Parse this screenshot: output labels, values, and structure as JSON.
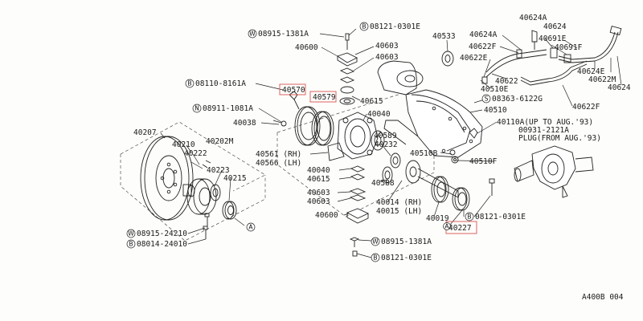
{
  "diagram": {
    "code": "A400B 004",
    "callouts": {
      "w1": "08915-1381A",
      "b1": "08121-0301E",
      "p40603a": "40603",
      "p40600a": "40600",
      "p40603b": "40603",
      "p40533": "40533",
      "p40624a": "40624A",
      "p40624": "40624",
      "p40622f_top": "40622F",
      "p40691e": "40691E",
      "p40691f": "40691F",
      "p40622e_top": "40622E",
      "p40624e": "40624E",
      "p40622m": "40622M",
      "p40624r": "40624",
      "b2": "08110-8161A",
      "p40570": "40570",
      "p40579": "40579",
      "p40615a": "40615",
      "p40622": "40622",
      "p40510e": "40510E",
      "s1": "08363-6122G",
      "p40622f_r": "40622F",
      "n1": "08911-1081A",
      "p40040a": "40040",
      "p40510": "40510",
      "p40038": "40038",
      "p40110a": "40110A(UP TO AUG.'93)",
      "p00931": "00931-2121A",
      "plug": "PLUG(FROM AUG.'93)",
      "p40207": "40207",
      "p40589": "40589",
      "p40202m": "40202M",
      "p40232": "40232",
      "p40210": "40210",
      "p40222": "40222",
      "p40561": "40561 (RH)",
      "p40566": "40566 (LH)",
      "p40510b": "40510B",
      "p40510f": "40510F",
      "p40223": "40223",
      "p40215": "40215",
      "p40040b": "40040",
      "p40615b": "40615",
      "p40588": "40588",
      "p40603c": "40603",
      "p40603d": "40603",
      "p40014": "40014 (RH)",
      "p40015": "40015 (LH)",
      "p40600b": "40600",
      "p40019": "40019",
      "b3": "08121-0301E",
      "p40227": "40227",
      "w2": "08915-24210",
      "b4": "08014-24010",
      "w3": "08915-1381A",
      "b5": "08121-0301E",
      "a1": "A",
      "a2": "A"
    },
    "symbols": {
      "w": "W",
      "b": "B",
      "n": "N",
      "s": "S"
    }
  }
}
